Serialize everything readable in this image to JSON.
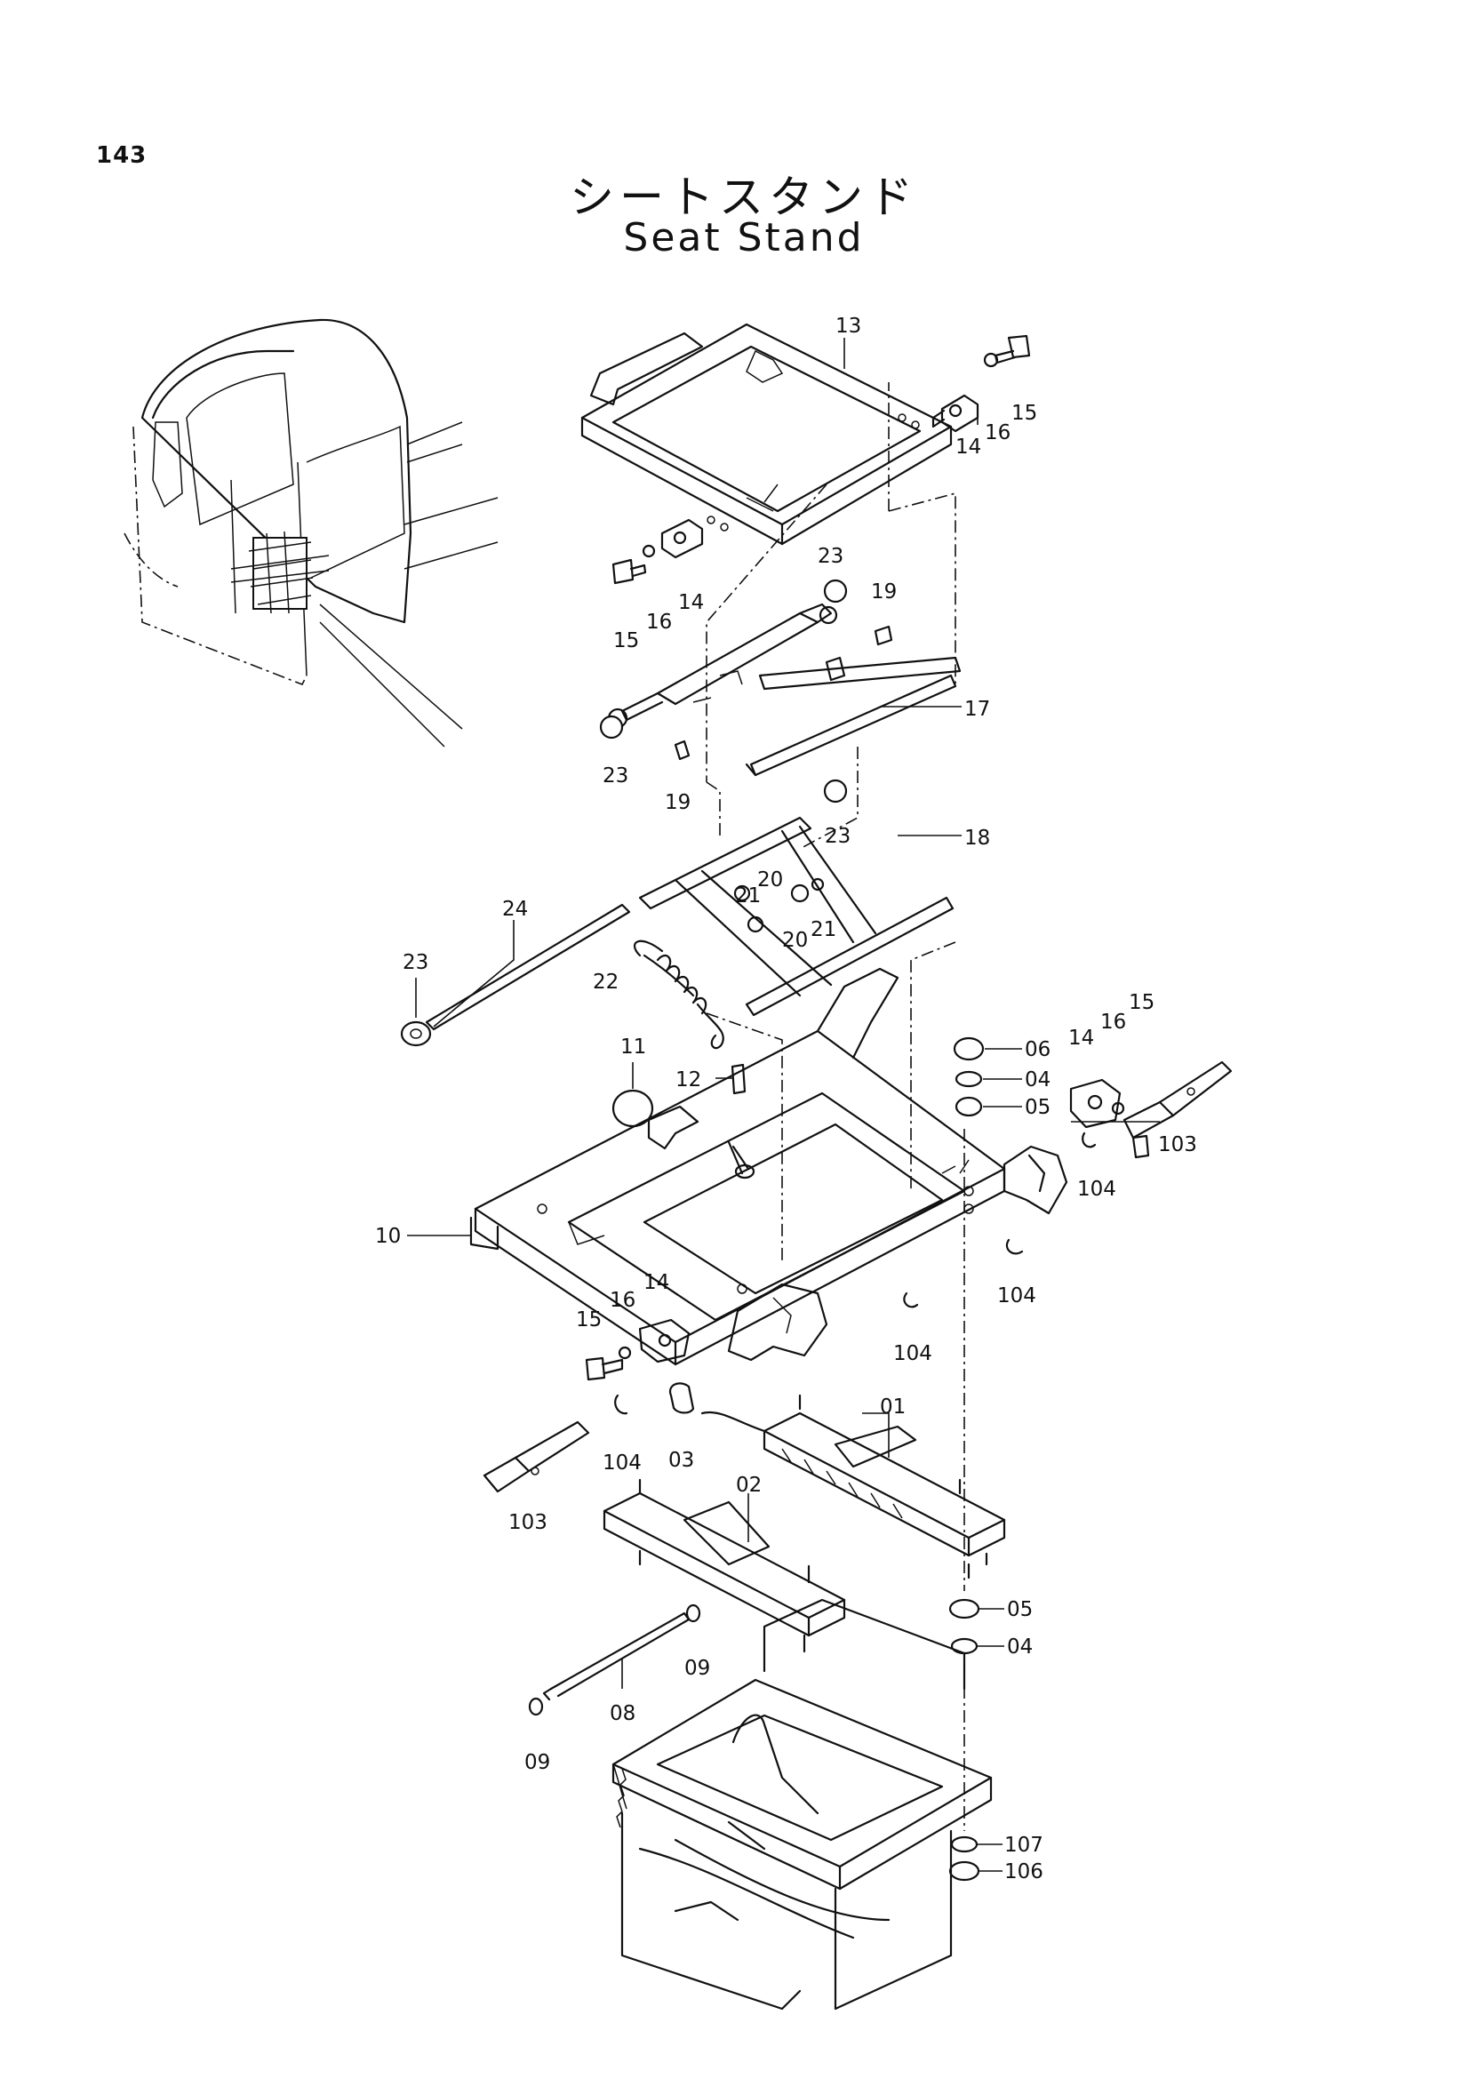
{
  "page_number": "143",
  "title_jp": "シートスタンド",
  "title_en": "Seat Stand",
  "callouts": [
    {
      "id": "c13",
      "text": "13"
    },
    {
      "id": "c14a",
      "text": "14"
    },
    {
      "id": "c16a",
      "text": "16"
    },
    {
      "id": "c15a",
      "text": "15"
    },
    {
      "id": "c15b",
      "text": "15"
    },
    {
      "id": "c16b",
      "text": "16"
    },
    {
      "id": "c14b",
      "text": "14"
    },
    {
      "id": "c23a",
      "text": "23"
    },
    {
      "id": "c19a",
      "text": "19"
    },
    {
      "id": "c17",
      "text": "17"
    },
    {
      "id": "c23b",
      "text": "23"
    },
    {
      "id": "c19b",
      "text": "19"
    },
    {
      "id": "c23c",
      "text": "23"
    },
    {
      "id": "c18",
      "text": "18"
    },
    {
      "id": "c24",
      "text": "24"
    },
    {
      "id": "c21a",
      "text": "21"
    },
    {
      "id": "c20a",
      "text": "20"
    },
    {
      "id": "c20b",
      "text": "20"
    },
    {
      "id": "c21b",
      "text": "21"
    },
    {
      "id": "c23d",
      "text": "23"
    },
    {
      "id": "c22",
      "text": "22"
    },
    {
      "id": "c11",
      "text": "11"
    },
    {
      "id": "c12",
      "text": "12"
    },
    {
      "id": "c06",
      "text": "06"
    },
    {
      "id": "c04a",
      "text": "04"
    },
    {
      "id": "c05a",
      "text": "05"
    },
    {
      "id": "c14c",
      "text": "14"
    },
    {
      "id": "c16c",
      "text": "16"
    },
    {
      "id": "c15c",
      "text": "15"
    },
    {
      "id": "c103a",
      "text": "103"
    },
    {
      "id": "c104a",
      "text": "104"
    },
    {
      "id": "c10",
      "text": "10"
    },
    {
      "id": "c104b",
      "text": "104"
    },
    {
      "id": "c14d",
      "text": "14"
    },
    {
      "id": "c16d",
      "text": "16"
    },
    {
      "id": "c15d",
      "text": "15"
    },
    {
      "id": "c104c",
      "text": "104"
    },
    {
      "id": "c01",
      "text": "01"
    },
    {
      "id": "c104d",
      "text": "104"
    },
    {
      "id": "c03",
      "text": "03"
    },
    {
      "id": "c103b",
      "text": "103"
    },
    {
      "id": "c02",
      "text": "02"
    },
    {
      "id": "c05b",
      "text": "05"
    },
    {
      "id": "c04b",
      "text": "04"
    },
    {
      "id": "c09a",
      "text": "09"
    },
    {
      "id": "c08",
      "text": "08"
    },
    {
      "id": "c09b",
      "text": "09"
    },
    {
      "id": "c107",
      "text": "107"
    },
    {
      "id": "c106",
      "text": "106"
    }
  ]
}
